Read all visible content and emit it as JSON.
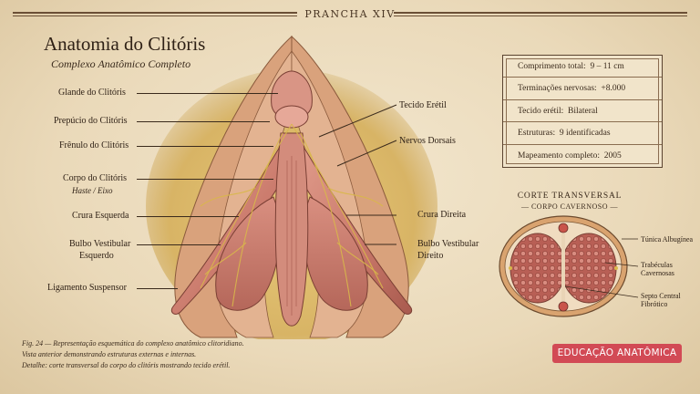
{
  "plate": {
    "number": "PRANCHA XIV",
    "title": "Anatomia do Clitóris",
    "subtitle": "Complexo Anatômico Completo"
  },
  "labels_left": [
    {
      "text": "Glande do Clitóris"
    },
    {
      "text": "Prepúcio do Clitóris"
    },
    {
      "text": "Frênulo do Clitóris"
    },
    {
      "text": "Corpo do Clitóris",
      "sub": "Haste / Eixo"
    },
    {
      "text": "Crura Esquerda"
    },
    {
      "text": "Bulbo Vestibular",
      "line2": "Esquerdo"
    },
    {
      "text": "Ligamento Suspensor"
    }
  ],
  "labels_right": [
    {
      "text": "Tecido Erétil"
    },
    {
      "text": "Nervos Dorsais"
    },
    {
      "text": "Crura Direita"
    },
    {
      "text": "Bulbo Vestibular",
      "line2": "Direito"
    }
  ],
  "facts": [
    {
      "label": "Comprimento total:",
      "value": "9 – 11 cm"
    },
    {
      "label": "Terminações nervosas:",
      "value": "+8.000"
    },
    {
      "label": "Tecido erétil:",
      "value": "Bilateral"
    },
    {
      "label": "Estruturas:",
      "value": "9 identificadas"
    },
    {
      "label": "Mapeamento completo:",
      "value": "2005"
    }
  ],
  "cross_section": {
    "title": "CORTE TRANSVERSAL",
    "subtitle": "— CORPO CAVERNOSO —",
    "labels": [
      {
        "text": "Túnica Albugínea"
      },
      {
        "text": "Trabéculas",
        "line2": "Cavernosas"
      },
      {
        "text": "Septo Central",
        "line2": "Fibrótico"
      }
    ]
  },
  "caption": {
    "line1": "Fig. 24 — Representação esquemática do complexo anatômico clitoridiano.",
    "line2": "Vista anterior demonstrando estruturas externas e internas.",
    "line3": "Detalhe: corte transversal do corpo do clitóris mostrando tecido erétil."
  },
  "badge": {
    "text": "EDUCAÇÃO ANATÔMICA",
    "color": "#d24a55"
  },
  "colors": {
    "paper": "#eadcc0",
    "ink": "#3a2a1c",
    "tissue": "#c9786a",
    "nerve": "#d9b84a"
  }
}
